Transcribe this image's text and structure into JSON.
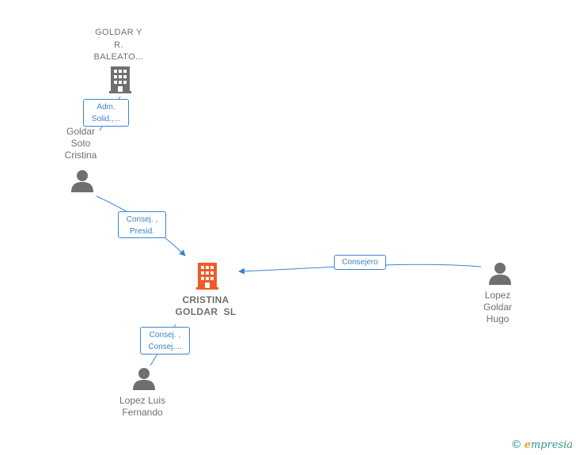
{
  "nodes": {
    "goldar_y_r_baleato": {
      "lines": [
        "GOLDAR Y",
        "R.",
        "BALEATO..."
      ]
    },
    "goldar_soto_cristina": {
      "lines": [
        "Goldar",
        "Soto",
        "Cristina"
      ]
    },
    "cristina_goldar_sl": {
      "lines": [
        "CRISTINA",
        "GOLDAR  SL"
      ]
    },
    "lopez_goldar_hugo": {
      "lines": [
        "Lopez",
        "Goldar",
        "Hugo"
      ]
    },
    "lopez_luis_fernando": {
      "lines": [
        "Lopez Luis",
        "Fernando"
      ]
    }
  },
  "edges": {
    "adm_solid": {
      "lines": [
        "Adm.",
        "Solid.,..."
      ]
    },
    "consej_presid": {
      "lines": [
        "Consej. ,",
        "Presid."
      ]
    },
    "consejero": {
      "lines": [
        "Consejero"
      ]
    },
    "consej_consej": {
      "lines": [
        "Consej. ,",
        "Consej...."
      ]
    }
  },
  "colors": {
    "edge": "#3a84d0",
    "main_company": "#f05a28",
    "company": "#6f6f6f",
    "person": "#6f6f6f"
  },
  "icons": {
    "company": "building-icon",
    "person": "person-icon"
  },
  "brand": {
    "copyright": "©",
    "initial": "e",
    "rest": "mpresia"
  }
}
